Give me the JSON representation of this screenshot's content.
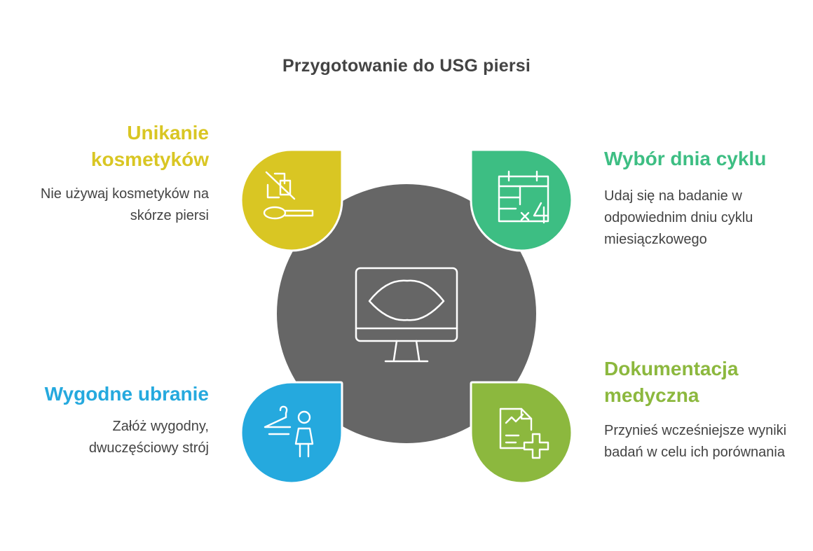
{
  "title": "Przygotowanie do USG piersi",
  "colors": {
    "center": "#666666",
    "yellow": "#D9C623",
    "green": "#3DBE83",
    "blue": "#25A9DE",
    "lime": "#8CB83E",
    "text": "#434343"
  },
  "center": {
    "icon": "ultrasound-monitor-icon"
  },
  "steps": [
    {
      "heading": "Unikanie kosmetyków",
      "description": "Nie używaj kosmetyków na skórze piersi",
      "icon": "no-cosmetics-icon",
      "color": "#D9C623"
    },
    {
      "heading": "Wybór dnia cyklu",
      "description": "Udaj się na badanie w odpowiednim dniu cyklu miesiączkowego",
      "icon": "calendar-icon",
      "color": "#3DBE83"
    },
    {
      "heading": "Wygodne ubranie",
      "description": "Załóż wygodny, dwuczęściowy strój",
      "icon": "hanger-person-icon",
      "color": "#25A9DE"
    },
    {
      "heading": "Dokumentacja medyczna",
      "description": "Przynieś wcześniejsze wyniki badań w celu ich porównania",
      "icon": "medical-document-icon",
      "color": "#8CB83E"
    }
  ]
}
